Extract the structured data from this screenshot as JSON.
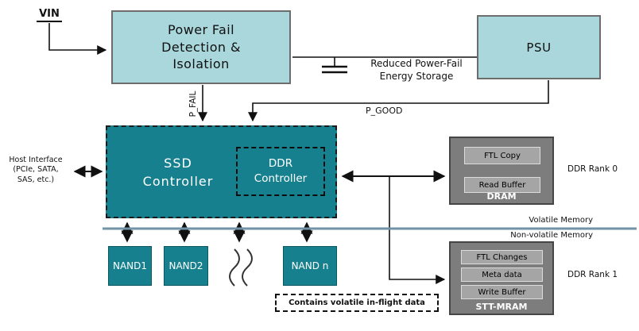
{
  "diagram": {
    "vin_label": "VIN",
    "power_fail_box": "Power Fail\nDetection &\nIsolation",
    "psu_box": "PSU",
    "energy_storage_label": "Reduced Power-Fail\nEnergy Storage",
    "p_fail_label": "P_FAIL",
    "p_good_label": "P_GOOD",
    "ssd_controller_label": "SSD\nController",
    "ddr_controller_label": "DDR\nController",
    "host_interface_label": "Host Interface\n(PCIe, SATA,\nSAS, etc.)",
    "dram": {
      "title": "DRAM",
      "items": [
        {
          "label": "FTL Copy"
        },
        {
          "label": "Read Buffer"
        }
      ],
      "rank_label": "DDR Rank 0"
    },
    "stt_mram": {
      "title": "STT-MRAM",
      "items": [
        {
          "label": "FTL Changes"
        },
        {
          "label": "Meta data"
        },
        {
          "label": "Write Buffer"
        }
      ],
      "rank_label": "DDR Rank 1"
    },
    "memory_divider": {
      "above_label": "Volatile Memory",
      "below_label": "Non-volatile Memory"
    },
    "nand_boxes": [
      {
        "label": "NAND1"
      },
      {
        "label": "NAND2"
      },
      {
        "label": "NAND n"
      }
    ],
    "note_label": "Contains volatile in-flight data",
    "colors": {
      "light_teal": "#a9d7dc",
      "dark_teal": "#17808f",
      "gray_module": "#7d7d7d",
      "inner_gray": "#a5a5a5",
      "divider_blue": "#7193a6",
      "wire_black": "#111111"
    }
  }
}
